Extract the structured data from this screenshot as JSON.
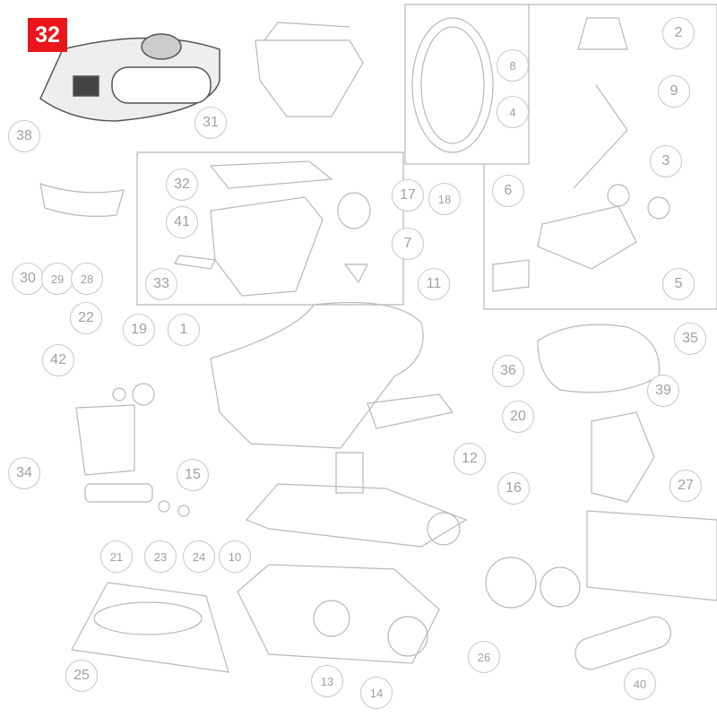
{
  "highlighted_part": "32",
  "colors": {
    "highlight": "#e8161c",
    "line": "#c8c8c8",
    "label": "#a0a0a0"
  },
  "callouts": [
    "38",
    "31",
    "32",
    "41",
    "33",
    "30",
    "29",
    "28",
    "17",
    "7",
    "11",
    "18",
    "8",
    "4",
    "2",
    "9",
    "3",
    "6",
    "5",
    "1",
    "19",
    "22",
    "42",
    "36",
    "35",
    "20",
    "39",
    "34",
    "15",
    "12",
    "16",
    "27",
    "21",
    "23",
    "24",
    "10",
    "25",
    "13",
    "14",
    "26",
    "40"
  ]
}
